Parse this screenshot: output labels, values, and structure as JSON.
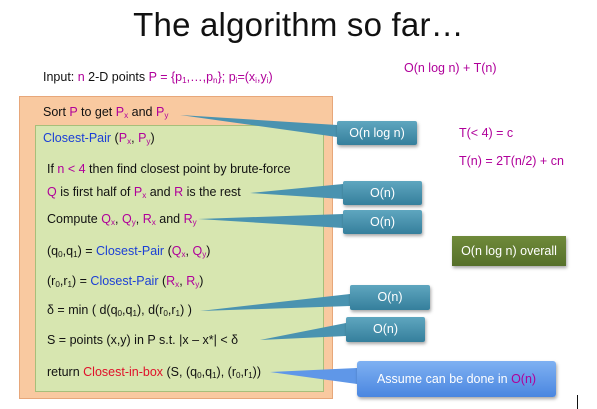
{
  "title": "The algorithm so far…",
  "complexity_top": "O(n log n) + T(n)",
  "input_line": {
    "t1": "Input: ",
    "n": "n",
    "t2": " 2-D points ",
    "P": "P",
    "t3": " = {p",
    "s1": "1",
    "t4": ",…,p",
    "sn": "n",
    "t5": "}; ",
    "pi": "p",
    "si": "i",
    "t6": "=(x",
    "sx": "i",
    "t7": ",y",
    "sy": "i",
    "t8": ")"
  },
  "lines": {
    "sort": {
      "t1": "Sort ",
      "P": "P",
      "t2": " to get ",
      "Px": "P",
      "px_sub": "x",
      "t3": " and ",
      "Py": "P",
      "py_sub": "y"
    },
    "closest_pair": {
      "fn": "Closest-Pair",
      "t1": " (",
      "Px": "P",
      "px_sub": "x",
      "t2": ", ",
      "Py": "P",
      "py_sub": "y",
      "t3": ")"
    },
    "if_line": {
      "t1": "If ",
      "cond": "n < 4",
      "t2": " then find closest point by brute-force"
    },
    "q_line": {
      "Q": "Q",
      "t1": " is first half of ",
      "Px": "P",
      "px_sub": "x",
      "t2": " and ",
      "R": "R",
      "t3": " is the rest"
    },
    "compute": {
      "t1": "Compute ",
      "Qx": "Q",
      "qx_sub": "x",
      "c1": ", ",
      "Qy": "Q",
      "qy_sub": "y",
      "c2": ", ",
      "Rx": "R",
      "rx_sub": "x",
      "t2": " and ",
      "Ry": "R",
      "ry_sub": "y"
    },
    "q_pair": {
      "t1": "(q",
      "s0": "0",
      "t2": ",q",
      "s1": "1",
      "t3": ") = ",
      "fn": "Closest-Pair",
      "t4": " (",
      "Qx": "Q",
      "qx_sub": "x",
      "t5": ", ",
      "Qy": "Q",
      "qy_sub": "y",
      "t6": ")"
    },
    "r_pair": {
      "t1": "(r",
      "s0": "0",
      "t2": ",r",
      "s1": "1",
      "t3": ") = ",
      "fn": "Closest-Pair",
      "t4": " (",
      "Rx": "R",
      "rx_sub": "x",
      "t5": ", ",
      "Ry": "R",
      "ry_sub": "y",
      "t6": ")"
    },
    "delta": {
      "t1": "δ = min ( d(q",
      "s0": "0",
      "t2": ",q",
      "s1": "1",
      "t3": "), d(r",
      "s2": "0",
      "t4": ",r",
      "s3": "1",
      "t5": ") )"
    },
    "s_line": {
      "t1": "S = points (x,y) in P s.t. |x – x*| < δ"
    },
    "return": {
      "t1": "return ",
      "fn": "Closest-in-box",
      "t2": " (S, (q",
      "s0": "0",
      "t3": ",q",
      "s1": "1",
      "t4": "), (r",
      "s2": "0",
      "t5": ",r",
      "s3": "1",
      "t6": "))"
    }
  },
  "callouts": {
    "sort": "O(n log n)",
    "q_line": "O(n)",
    "compute": "O(n)",
    "delta": "O(n)",
    "s_line": "O(n)"
  },
  "recurrence": {
    "base": "T(< 4) = c",
    "step": "T(n) = 2T(n/2) + cn"
  },
  "overall": "O(n log n) overall",
  "assume": {
    "t1": "Assume can be done in ",
    "on": "O(n)"
  },
  "colors": {
    "outer_box": "#f9c9a0",
    "inner_box": "#d7e6b0",
    "callout": "#4a93b0",
    "overall_box": "#63802f",
    "assume_box": "#5f97e8",
    "magenta": "#b0009a",
    "blue": "#1b3fd6",
    "red": "#e0102a"
  }
}
